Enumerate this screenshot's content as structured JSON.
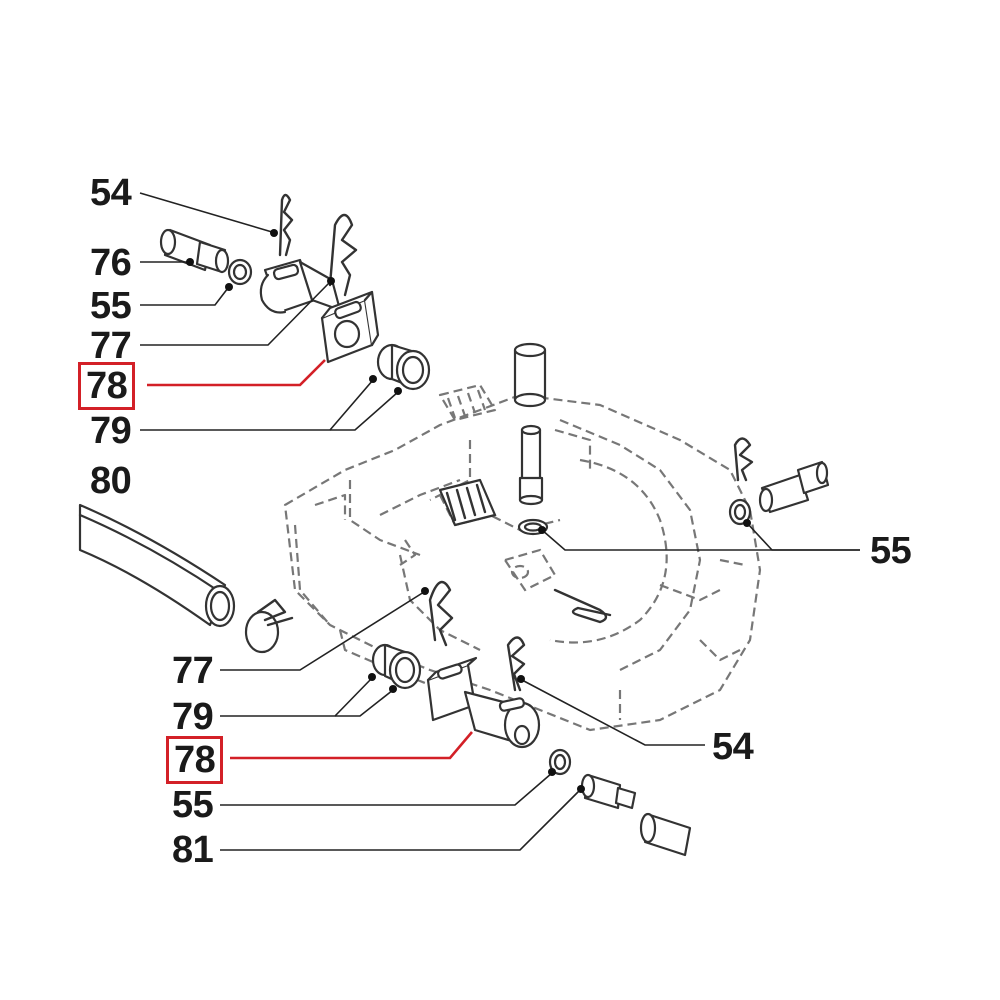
{
  "diagram": {
    "callouts": [
      {
        "id": "c54-top",
        "text": "54",
        "highlight": false
      },
      {
        "id": "c76",
        "text": "76",
        "highlight": false
      },
      {
        "id": "c55-top",
        "text": "55",
        "highlight": false
      },
      {
        "id": "c77-top",
        "text": "77",
        "highlight": false
      },
      {
        "id": "c78-top",
        "text": "78",
        "highlight": true
      },
      {
        "id": "c79-top",
        "text": "79",
        "highlight": false
      },
      {
        "id": "c80",
        "text": "80",
        "highlight": false
      },
      {
        "id": "c55-right",
        "text": "55",
        "highlight": false
      },
      {
        "id": "c77-bottom",
        "text": "77",
        "highlight": false
      },
      {
        "id": "c79-bottom",
        "text": "79",
        "highlight": false
      },
      {
        "id": "c78-bottom",
        "text": "78",
        "highlight": true
      },
      {
        "id": "c54-right",
        "text": "54",
        "highlight": false
      },
      {
        "id": "c55-bottom",
        "text": "55",
        "highlight": false
      },
      {
        "id": "c81",
        "text": "81",
        "highlight": false
      }
    ],
    "colors": {
      "highlight": "#d32027",
      "line": "#333333",
      "ghost_line": "#777777",
      "background": "#ffffff"
    }
  }
}
